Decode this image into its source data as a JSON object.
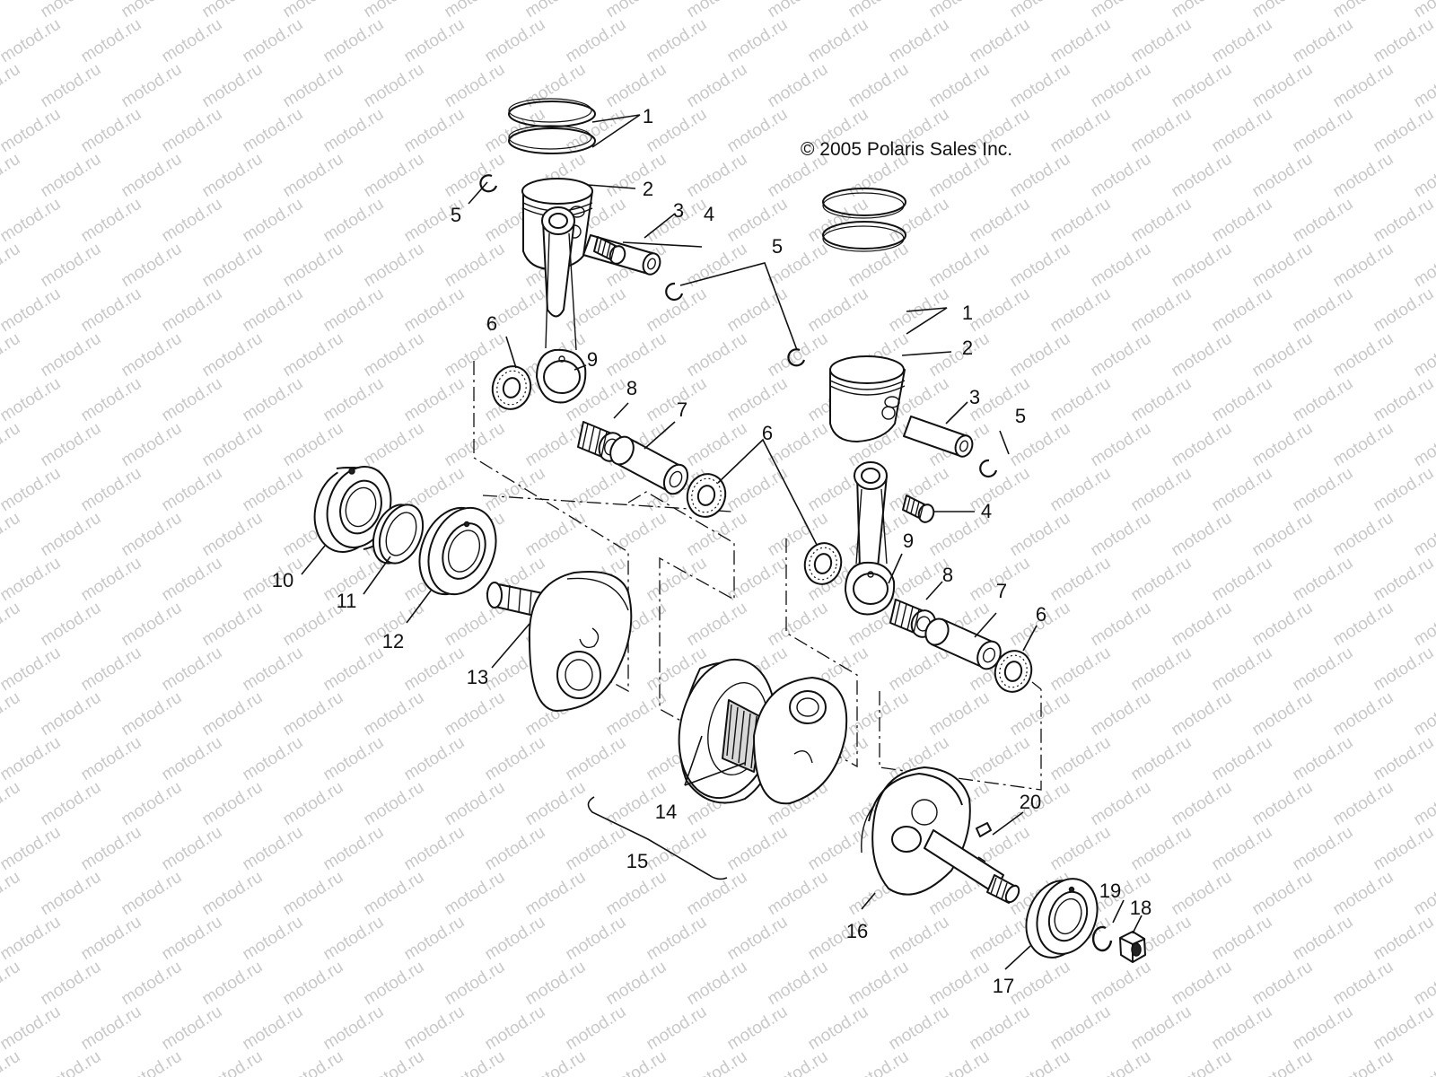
{
  "watermark": "motod.ru",
  "copyright": "© 2005 Polaris Sales Inc.",
  "callouts": {
    "c1a": "1",
    "c2a": "2",
    "c3a": "3",
    "c4a": "4",
    "c5a": "5",
    "c5b": "5",
    "c6a": "6",
    "c6b": "6",
    "c7a": "7",
    "c8a": "8",
    "c9a": "9",
    "c10": "10",
    "c11": "11",
    "c12": "12",
    "c13": "13",
    "c14": "14",
    "c15": "15",
    "c1b": "1",
    "c2b": "2",
    "c3b": "3",
    "c5c": "5",
    "c4b": "4",
    "c9b": "9",
    "c8b": "8",
    "c7b": "7",
    "c6c": "6",
    "c16": "16",
    "c17": "17",
    "c18": "18",
    "c19": "19",
    "c20": "20"
  }
}
